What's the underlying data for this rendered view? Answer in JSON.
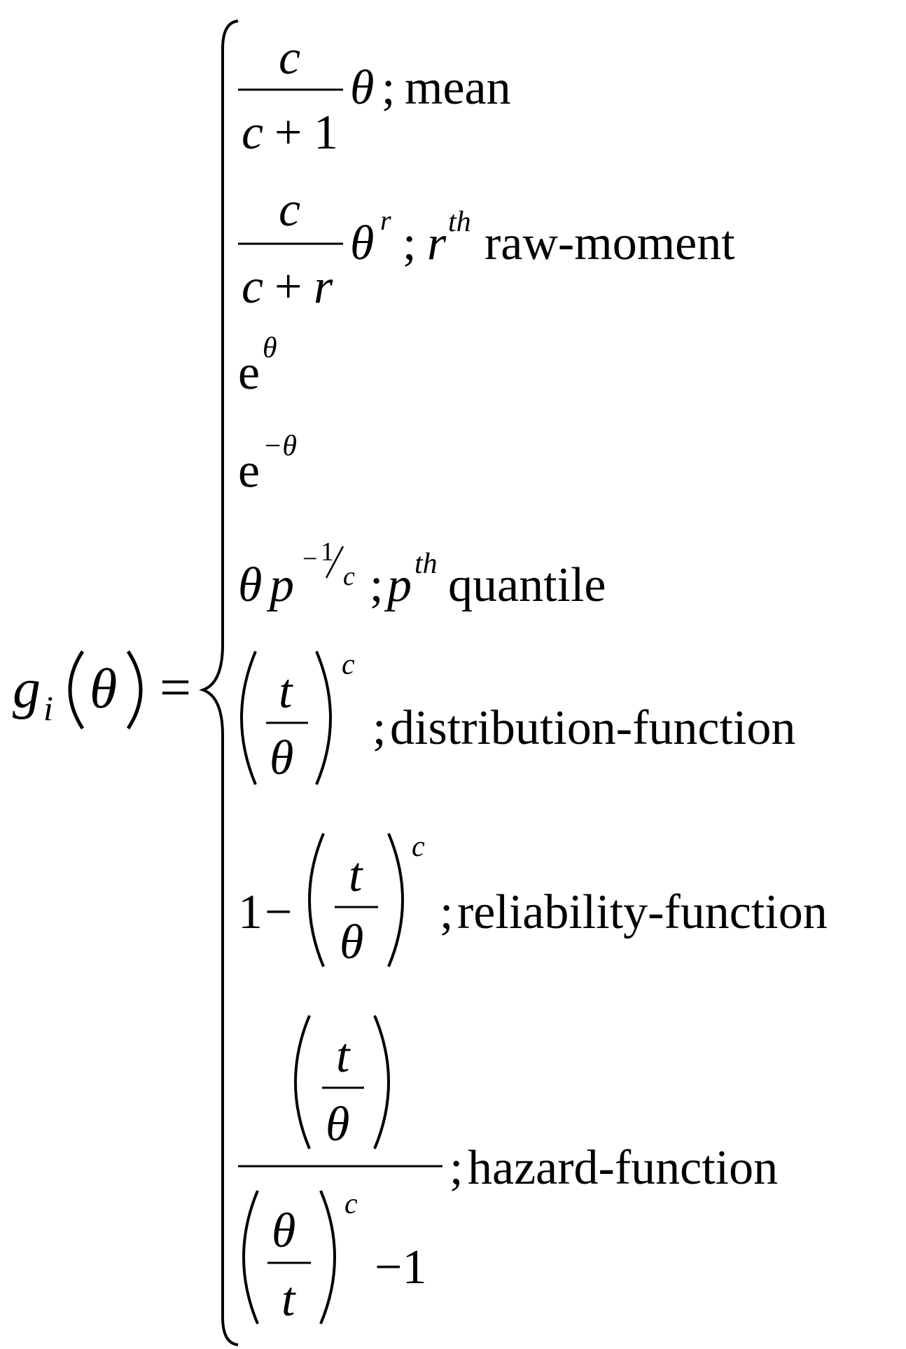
{
  "lhs": {
    "func": "g",
    "sub": "i",
    "arg": "θ",
    "equals": "="
  },
  "symbols": {
    "c": "c",
    "plus": "+",
    "minus": "−",
    "one": "1",
    "r": "r",
    "theta": "θ",
    "t": "t",
    "p": "p",
    "e": "e",
    "th": "th",
    "semicolon": ";",
    "neg_theta": "−θ",
    "neg_one": "−1",
    "inv_c_num": "1",
    "inv_c_den": "c",
    "inv_c_sign": "−"
  },
  "cases": [
    {
      "label": "mean"
    },
    {
      "label": "raw-moment"
    },
    {
      "label": ""
    },
    {
      "label": ""
    },
    {
      "label": "quantile"
    },
    {
      "label": "distribution-function"
    },
    {
      "label": "reliability-function"
    },
    {
      "label": "hazard-function"
    }
  ]
}
